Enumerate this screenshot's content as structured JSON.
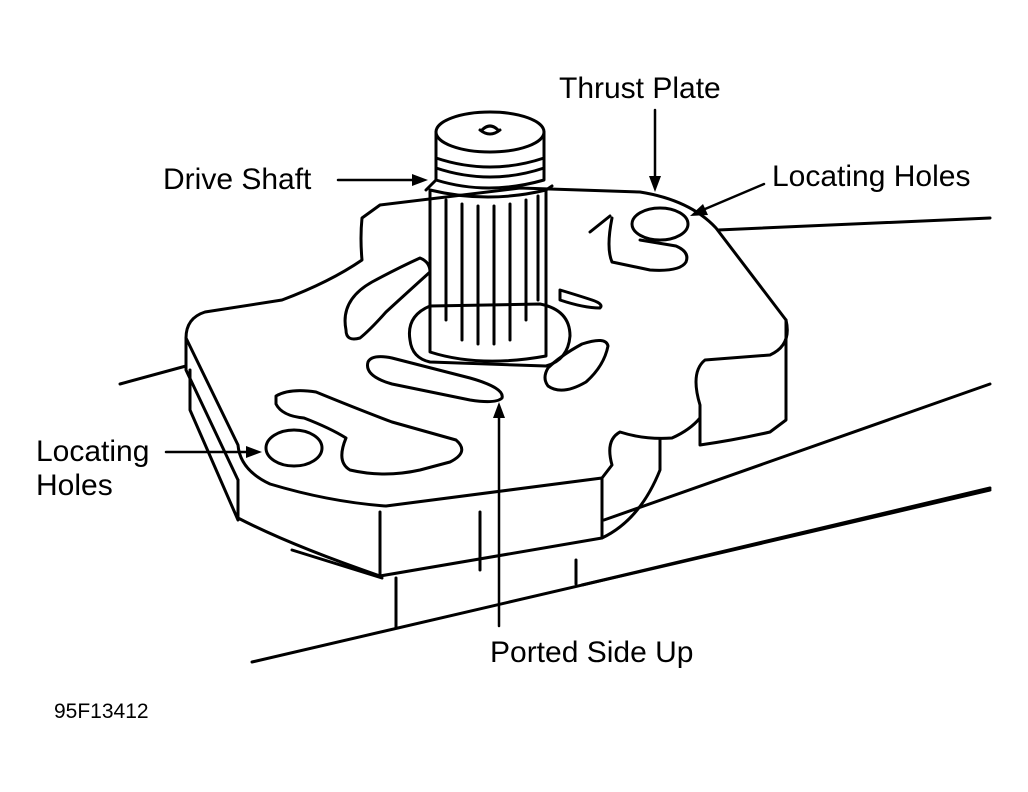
{
  "labels": {
    "thrust_plate": "Thrust Plate",
    "drive_shaft": "Drive Shaft",
    "locating_holes_right": "Locating Holes",
    "locating_holes_left_line1": "Locating",
    "locating_holes_left_line2": "Holes",
    "ported_side_up": "Ported Side Up"
  },
  "figure_id": "95F13412",
  "colors": {
    "ink": "#000000",
    "paper": "#ffffff"
  }
}
